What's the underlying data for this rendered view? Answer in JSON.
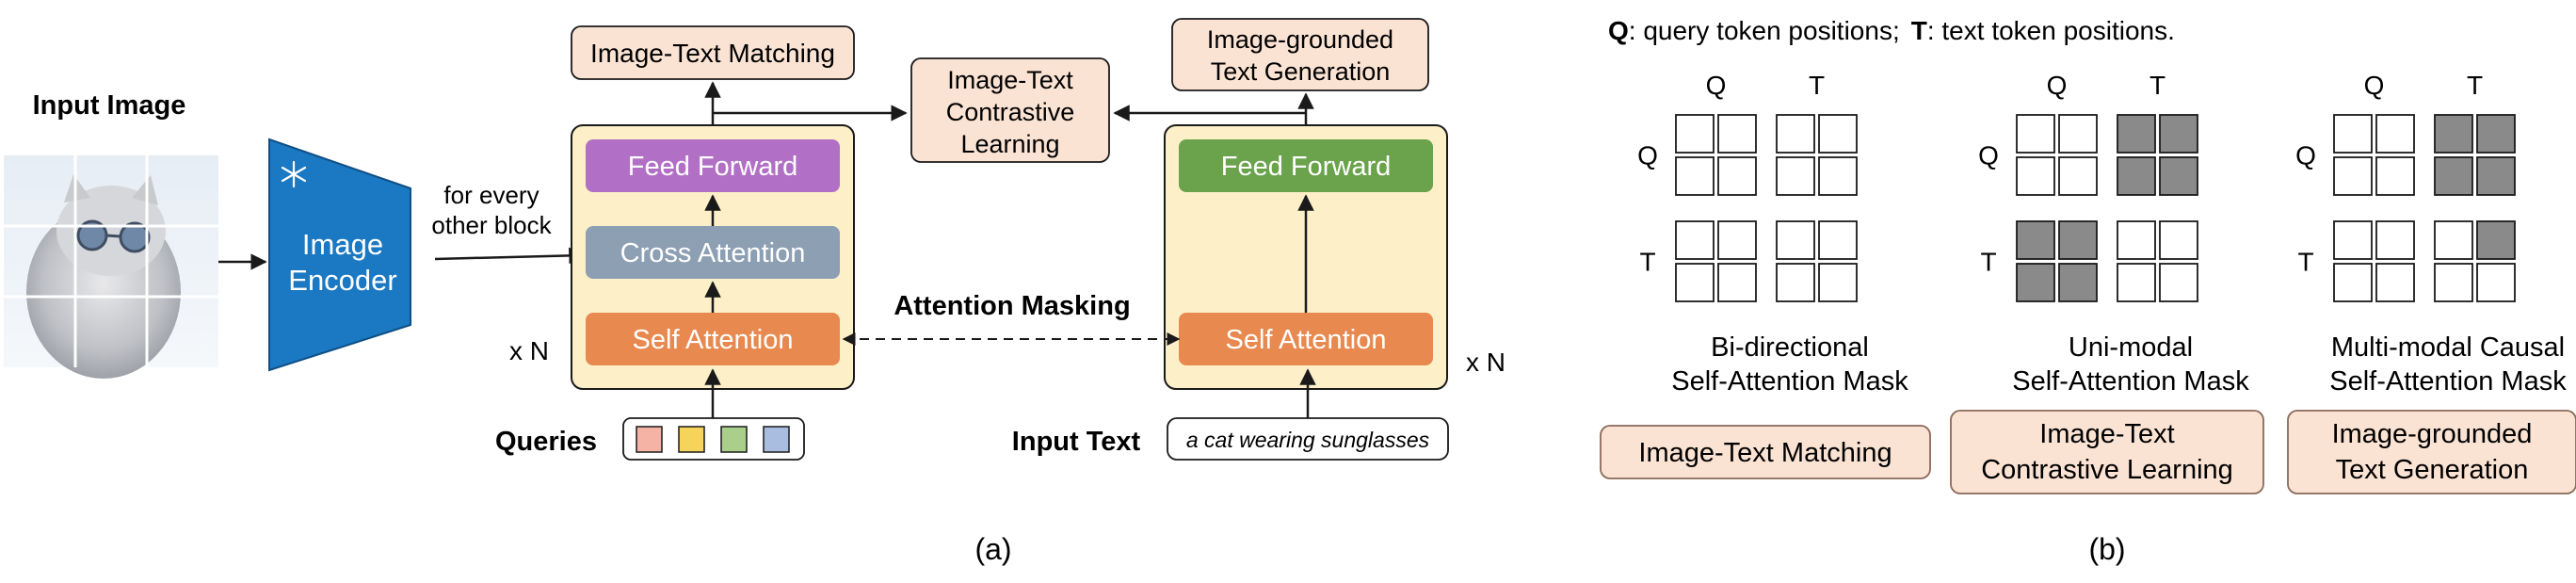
{
  "colors": {
    "peach_fill": "#fbe3d4",
    "peach_stroke": "#8a6a5a",
    "yellow_fill": "#fdf0c8",
    "purple": "#b26fc6",
    "grayblue": "#8c9fb3",
    "orange": "#e8894f",
    "green": "#6aa34b",
    "encoder_blue": "#1b78c2",
    "cell_gray": "#8a8a8a"
  },
  "panel_a": {
    "caption": "(a)",
    "input_image_label": "Input Image",
    "image_encoder_label": [
      "Image",
      "Encoder"
    ],
    "for_every_label": [
      "for every",
      "other block"
    ],
    "xn_left": "x N",
    "xn_right": "x N",
    "attention_masking_label": "Attention Masking",
    "queries_label": "Queries",
    "query_token_colors": [
      "#f4b3a4",
      "#f6d35a",
      "#a9cf8b",
      "#a9bde0"
    ],
    "input_text_label": "Input Text",
    "input_text_value": "a cat wearing sunglasses",
    "image_transformer": {
      "feed_forward": "Feed Forward",
      "cross_attention": "Cross Attention",
      "self_attention": "Self Attention"
    },
    "text_transformer": {
      "feed_forward": "Feed Forward",
      "self_attention": "Self Attention"
    },
    "objectives": {
      "itm": "Image-Text Matching",
      "itc": [
        "Image-Text",
        "Contrastive",
        "Learning"
      ],
      "itg": [
        "Image-grounded",
        "Text Generation"
      ]
    }
  },
  "panel_b": {
    "caption": "(b)",
    "legend_q": "Q",
    "legend_q_text": ": query token positions;",
    "legend_t": "T",
    "legend_t_text": ": text token positions.",
    "masks": [
      {
        "col_q": "Q",
        "col_t": "T",
        "row_q": "Q",
        "row_t": "T",
        "title": [
          "Bi-directional",
          "Self-Attention Mask"
        ],
        "objective": [
          "Image-Text Matching"
        ],
        "masked": [
          [
            0,
            0,
            0,
            0
          ],
          [
            0,
            0,
            0,
            0
          ],
          [
            0,
            0,
            0,
            0
          ],
          [
            0,
            0,
            0,
            0
          ]
        ]
      },
      {
        "col_q": "Q",
        "col_t": "T",
        "row_q": "Q",
        "row_t": "T",
        "title": [
          "Uni-modal",
          "Self-Attention Mask"
        ],
        "objective": [
          "Image-Text",
          "Contrastive Learning"
        ],
        "masked": [
          [
            0,
            0,
            1,
            1
          ],
          [
            0,
            0,
            1,
            1
          ],
          [
            1,
            1,
            0,
            0
          ],
          [
            1,
            1,
            0,
            0
          ]
        ]
      },
      {
        "col_q": "Q",
        "col_t": "T",
        "row_q": "Q",
        "row_t": "T",
        "title": [
          "Multi-modal Causal",
          "Self-Attention Mask"
        ],
        "objective": [
          "Image-grounded",
          "Text Generation"
        ],
        "masked": [
          [
            0,
            0,
            1,
            1
          ],
          [
            0,
            0,
            1,
            1
          ],
          [
            0,
            0,
            0,
            1
          ],
          [
            0,
            0,
            0,
            0
          ]
        ]
      }
    ]
  }
}
